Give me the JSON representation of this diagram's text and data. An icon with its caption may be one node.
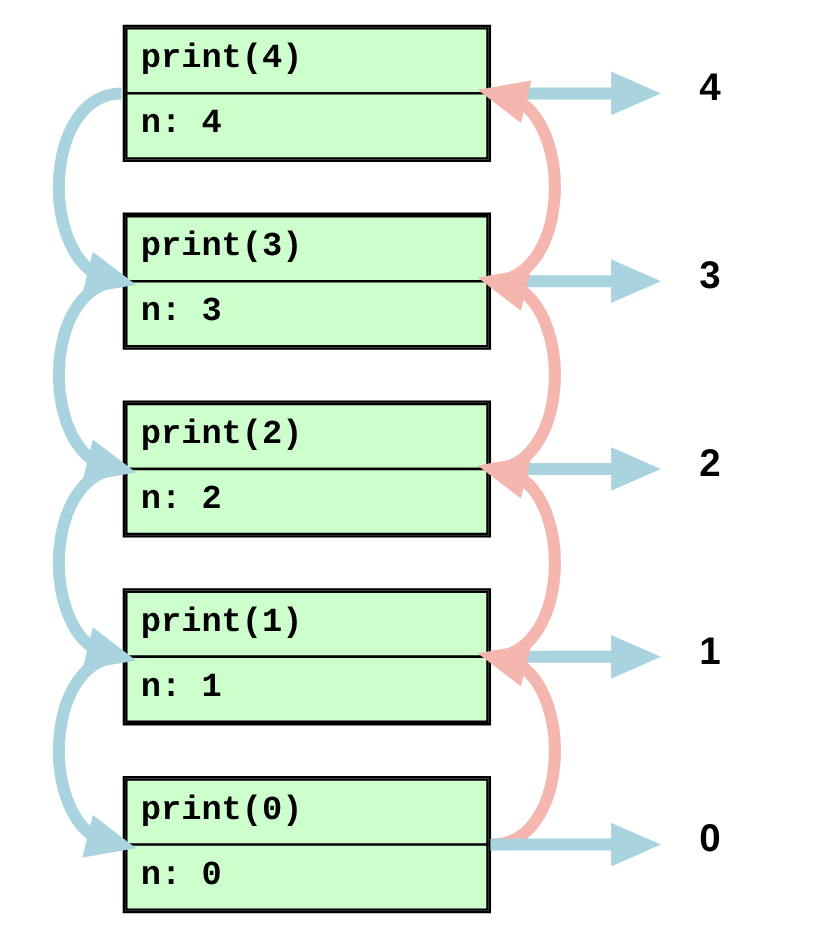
{
  "diagram": {
    "nodes": [
      {
        "text": [
          "print(4)",
          "n: 4"
        ]
      },
      {
        "text": [
          "print(3)",
          "n: 3"
        ]
      },
      {
        "text": [
          "print(2)",
          "n: 2"
        ]
      },
      {
        "text": [
          "print(1)",
          "n: 1"
        ]
      },
      {
        "text": [
          "print(0)",
          "n: 0"
        ]
      },
      {
        "text": [
          "4"
        ]
      },
      {
        "text": [
          "3"
        ]
      },
      {
        "text": [
          "2"
        ]
      },
      {
        "text": [
          "1"
        ]
      },
      {
        "text": [
          "0"
        ]
      }
    ],
    "edges": [
      {
        "from": 0,
        "to": 1,
        "arrow": "to"
      },
      {
        "from": 1,
        "to": 2,
        "arrow": "to"
      },
      {
        "from": 2,
        "to": 3,
        "arrow": "to"
      },
      {
        "from": 3,
        "to": 4,
        "arrow": "to"
      },
      {
        "from": 4,
        "to": 3,
        "arrow": "to",
        "color": "#f4b6ae"
      },
      {
        "from": 3,
        "to": 2,
        "arrow": "to",
        "color": "#f4b6ae"
      },
      {
        "from": 2,
        "to": 1,
        "arrow": "to",
        "color": "#f4b6ae"
      },
      {
        "from": 1,
        "to": 0,
        "arrow": "to",
        "color": "#f4b6ae"
      },
      {
        "from": 0,
        "to": 5,
        "arrow": "to"
      },
      {
        "from": 1,
        "to": 6,
        "arrow": "to"
      },
      {
        "from": 2,
        "to": 7,
        "arrow": "to"
      },
      {
        "from": 3,
        "to": 8,
        "arrow": "to"
      },
      {
        "from": 4,
        "to": 9,
        "arrow": "to"
      }
    ]
  }
}
